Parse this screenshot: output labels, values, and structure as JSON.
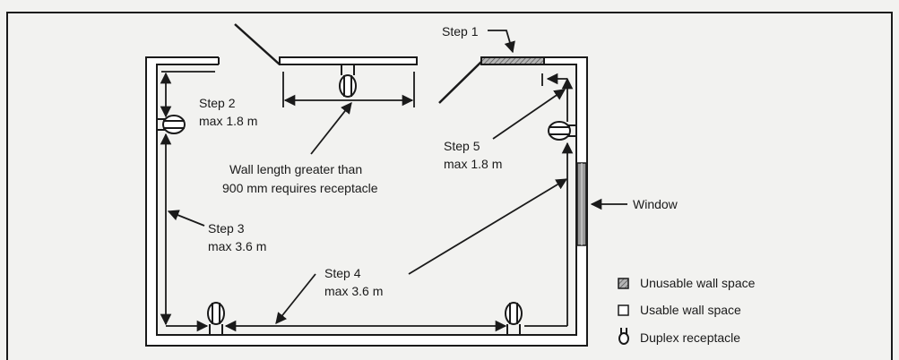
{
  "labels": {
    "step1": "Step 1",
    "step2": "Step 2",
    "step2_max": "max 1.8 m",
    "wall_note_line1": "Wall length greater than",
    "wall_note_line2": "900 mm requires receptacle",
    "step5": "Step 5",
    "step5_max": "max 1.8 m",
    "window": "Window",
    "step3": "Step 3",
    "step3_max": "max 3.6 m",
    "step4": "Step 4",
    "step4_max": "max 3.6 m"
  },
  "legend": {
    "unusable": "Unusable wall space",
    "usable": "Usable wall space",
    "receptacle": "Duplex receptacle"
  },
  "colors": {
    "background": "#f2f2f0",
    "ink": "#1a1a1a",
    "unusable_fill": "#8c8c8c",
    "wall_fill": "#ffffff"
  },
  "icons": {
    "receptacle": "duplex-receptacle-icon",
    "unusable": "unusable-wall-swatch-icon",
    "usable": "usable-wall-swatch-icon"
  }
}
